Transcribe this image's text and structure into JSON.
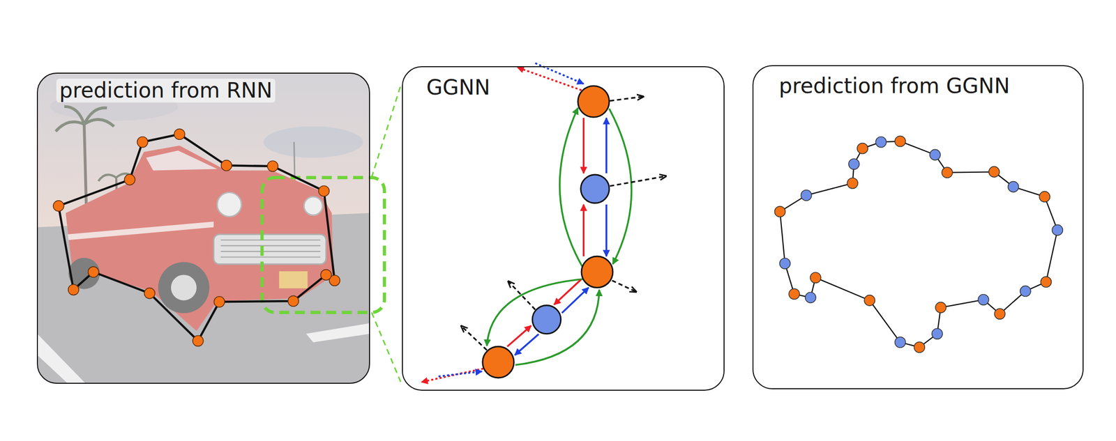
{
  "diagram": {
    "nodes": [
      {
        "text": [
          "prediction from RNN"
        ]
      },
      {
        "text": [
          "GGNN"
        ]
      },
      {
        "text": [
          "prediction from GGNN"
        ]
      }
    ]
  }
}
